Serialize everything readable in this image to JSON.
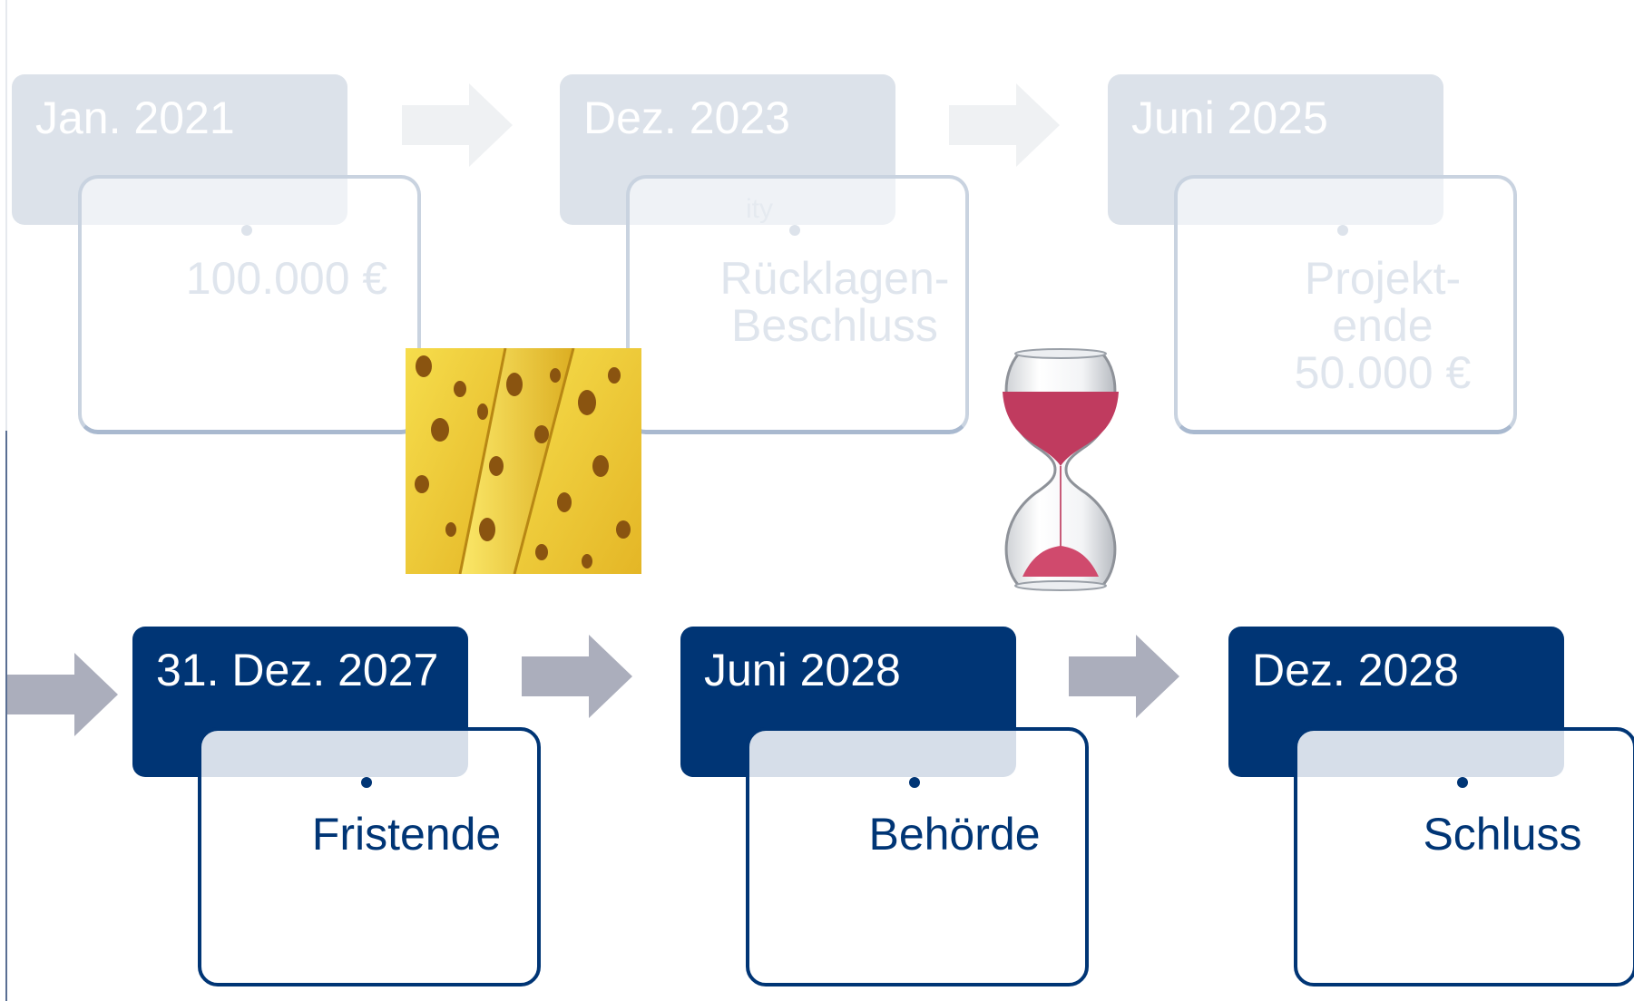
{
  "colors": {
    "active_fill": "#003575",
    "faded_fill": "#dce2ea",
    "faded_arrow": "#eff1f3",
    "active_arrow": "#abaebc"
  },
  "milestones_top": [
    {
      "date": "Jan. 2021",
      "description": "100.000 €"
    },
    {
      "date": "Dez. 2023",
      "description": "Rücklagen-\nBeschluss"
    },
    {
      "date": "Juni 2025",
      "description": "Projekt-\nende\n50.000 €"
    }
  ],
  "milestones_bottom": [
    {
      "date": "31. Dez. 2027",
      "description": "Fristende"
    },
    {
      "date": "Juni 2028",
      "description": "Behörde"
    },
    {
      "date": "Dez. 2028",
      "description": "Schluss"
    }
  ],
  "ghost_text": "ity",
  "images": {
    "cheese": "cheese-photo",
    "hourglass": "hourglass-photo"
  }
}
